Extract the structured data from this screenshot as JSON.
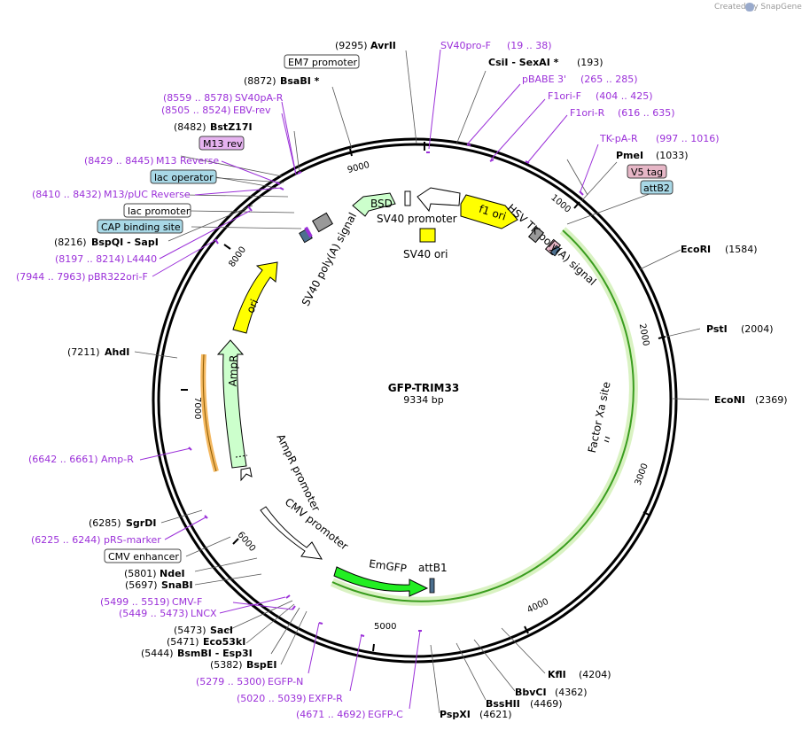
{
  "plasmid": {
    "name": "GFP-TRIM33",
    "length_label": "9334 bp",
    "total_bp": 9334
  },
  "watermark": "Created by SnapGene",
  "ticks": [
    "1000",
    "2000",
    "3000",
    "4000",
    "5000",
    "6000",
    "7000",
    "8000",
    "9000"
  ],
  "sites": [
    {
      "name": "AvrII",
      "pos": "(9295)"
    },
    {
      "name": "CsiI  - SexAI *",
      "pos": "(193)"
    },
    {
      "name": "BsaBI *",
      "pos": "(8872)"
    },
    {
      "name": "BstZ17I",
      "pos": "(8482)"
    },
    {
      "name": "PmeI",
      "pos": "(1033)"
    },
    {
      "name": "BspQI  - SapI",
      "pos": "(8216)"
    },
    {
      "name": "EcoRI",
      "pos": "(1584)"
    },
    {
      "name": "PstI",
      "pos": "(2004)"
    },
    {
      "name": "AhdI",
      "pos": "(7211)"
    },
    {
      "name": "EcoNI",
      "pos": "(2369)"
    },
    {
      "name": "SgrDI",
      "pos": "(6285)"
    },
    {
      "name": "NdeI",
      "pos": "(5801)"
    },
    {
      "name": "SnaBI",
      "pos": "(5697)"
    },
    {
      "name": "SacI",
      "pos": "(5473)"
    },
    {
      "name": "Eco53kI",
      "pos": "(5471)"
    },
    {
      "name": "BsmBI  - Esp3I",
      "pos": "(5444)"
    },
    {
      "name": "BspEI",
      "pos": "(5382)"
    },
    {
      "name": "KflI",
      "pos": "(4204)"
    },
    {
      "name": "BbvCI",
      "pos": "(4362)"
    },
    {
      "name": "BssHII",
      "pos": "(4469)"
    },
    {
      "name": "PspXI",
      "pos": "(4621)"
    }
  ],
  "primers": [
    {
      "name": "SV40pro-F",
      "range": "(19 .. 38)"
    },
    {
      "name": "pBABE 3'",
      "range": "(265 .. 285)"
    },
    {
      "name": "F1ori-F",
      "range": "(404 .. 425)"
    },
    {
      "name": "F1ori-R",
      "range": "(616 .. 635)"
    },
    {
      "name": "TK-pA-R",
      "range": "(997 .. 1016)"
    },
    {
      "name": "SV40pA-R",
      "range": "(8559 .. 8578)"
    },
    {
      "name": "EBV-rev",
      "range": "(8505 .. 8524)"
    },
    {
      "name": "M13 Reverse",
      "range": "(8429 .. 8445)"
    },
    {
      "name": "M13/pUC Reverse",
      "range": "(8410 .. 8432)"
    },
    {
      "name": "L4440",
      "range": "(8197 .. 8214)"
    },
    {
      "name": "pBR322ori-F",
      "range": "(7944 .. 7963)"
    },
    {
      "name": "Amp-R",
      "range": "(6642 .. 6661)"
    },
    {
      "name": "pRS-marker",
      "range": "(6225 .. 6244)"
    },
    {
      "name": "CMV-F",
      "range": "(5499 .. 5519)"
    },
    {
      "name": "LNCX",
      "range": "(5449 .. 5473)"
    },
    {
      "name": "EGFP-N",
      "range": "(5279 .. 5300)"
    },
    {
      "name": "EXFP-R",
      "range": "(5020 .. 5039)"
    },
    {
      "name": "EGFP-C",
      "range": "(4671 .. 4692)"
    }
  ],
  "boxed_features": [
    {
      "name": "EM7 promoter"
    },
    {
      "name": "M13 rev"
    },
    {
      "name": "lac operator"
    },
    {
      "name": "lac promoter"
    },
    {
      "name": "CAP binding site"
    },
    {
      "name": "V5 tag"
    },
    {
      "name": "attB2"
    },
    {
      "name": "CMV enhancer"
    }
  ],
  "features": {
    "bsd": "BSD",
    "sv40_promoter": "SV40 promoter",
    "f1_ori": "f1 ori",
    "sv40_ori": "SV40 ori",
    "hsv_tk": "HSV TK poly(A) signal",
    "sv40_polya": "SV40 poly(A) signal",
    "ori": "ori",
    "ampr": "AmpR",
    "ampr_promoter": "AmpR promoter",
    "cmv_promoter": "CMV promoter",
    "emgfp": "EmGFP",
    "attb1": "attB1",
    "factor_xa": "Factor Xa site"
  },
  "colors": {
    "primer": "#9b30d9",
    "ori": "#ffff00",
    "ampr": "#ccffcc",
    "bsd": "#ccffcc",
    "emgfp": "#22ee22",
    "m13rev_box": "#e6b3f0",
    "lacop_box": "#a8d8e6",
    "v5_box": "#e6b6c6",
    "attb2_box": "#a8d8e6",
    "cap_box": "#a8d8e6",
    "orf_green": "#99dd66",
    "ampr_orange": "#f4b860"
  }
}
